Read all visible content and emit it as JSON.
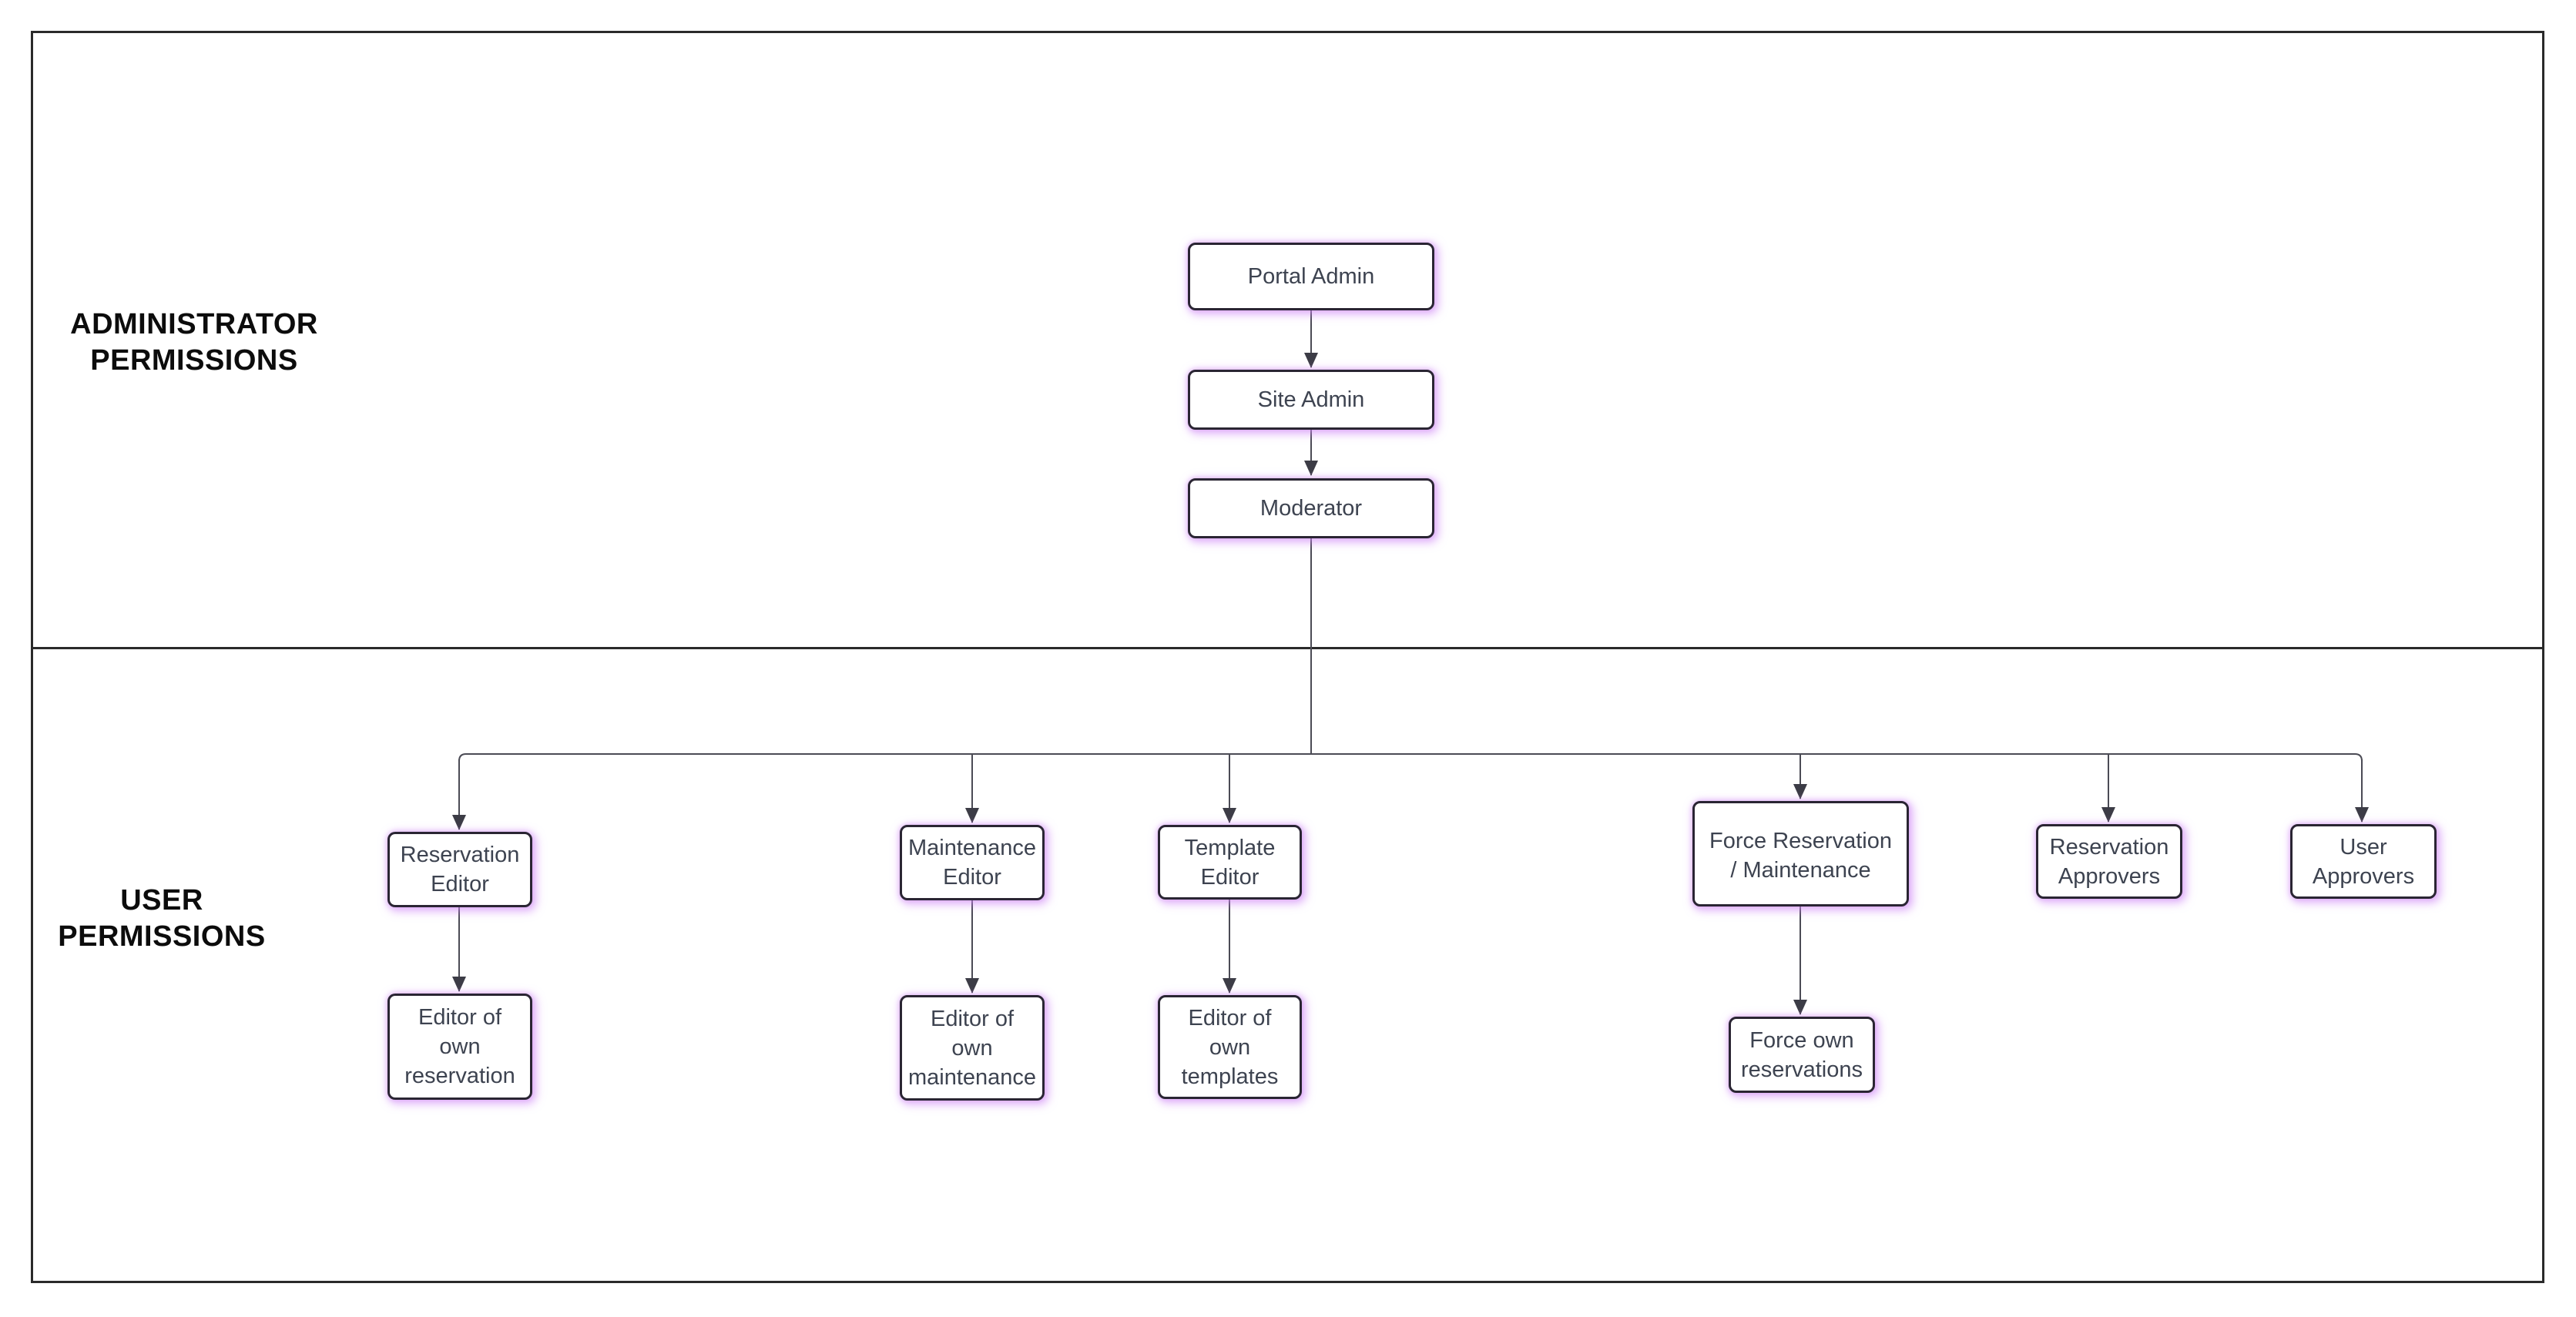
{
  "sections": {
    "administrator": {
      "label": "ADMINISTRATOR\nPERMISSIONS"
    },
    "user": {
      "label": "USER\nPERMISSIONS"
    }
  },
  "nodes": {
    "portal_admin": {
      "label": "Portal Admin"
    },
    "site_admin": {
      "label": "Site Admin"
    },
    "moderator": {
      "label": "Moderator"
    },
    "reservation_editor": {
      "label": "Reservation\nEditor"
    },
    "maintenance_editor": {
      "label": "Maintenance\nEditor"
    },
    "template_editor": {
      "label": "Template\nEditor"
    },
    "force_reservation_maintenance": {
      "label": "Force Reservation\n/ Maintenance"
    },
    "reservation_approvers": {
      "label": "Reservation\nApprovers"
    },
    "user_approvers": {
      "label": "User\nApprovers"
    },
    "editor_of_own_reservation": {
      "label": "Editor of\nown\nreservation"
    },
    "editor_of_own_maintenance": {
      "label": "Editor of\nown\nmaintenance"
    },
    "editor_of_own_templates": {
      "label": "Editor of\nown\ntemplates"
    },
    "force_own_reservations": {
      "label": "Force own\nreservations"
    }
  },
  "edges": [
    {
      "from": "portal_admin",
      "to": "site_admin"
    },
    {
      "from": "site_admin",
      "to": "moderator"
    },
    {
      "from": "moderator",
      "to": "reservation_editor"
    },
    {
      "from": "moderator",
      "to": "maintenance_editor"
    },
    {
      "from": "moderator",
      "to": "template_editor"
    },
    {
      "from": "moderator",
      "to": "force_reservation_maintenance"
    },
    {
      "from": "moderator",
      "to": "reservation_approvers"
    },
    {
      "from": "moderator",
      "to": "user_approvers"
    },
    {
      "from": "reservation_editor",
      "to": "editor_of_own_reservation"
    },
    {
      "from": "maintenance_editor",
      "to": "editor_of_own_maintenance"
    },
    {
      "from": "template_editor",
      "to": "editor_of_own_templates"
    },
    {
      "from": "force_reservation_maintenance",
      "to": "force_own_reservations"
    }
  ],
  "colors": {
    "node_fill": "#ffffff",
    "node_border": "#2a2533",
    "node_glow": "#cd84f5",
    "node_text": "#3d4350",
    "section_text": "#0c0c0c",
    "connector": "#4b4b55",
    "frame_border": "#2a2a2a"
  }
}
